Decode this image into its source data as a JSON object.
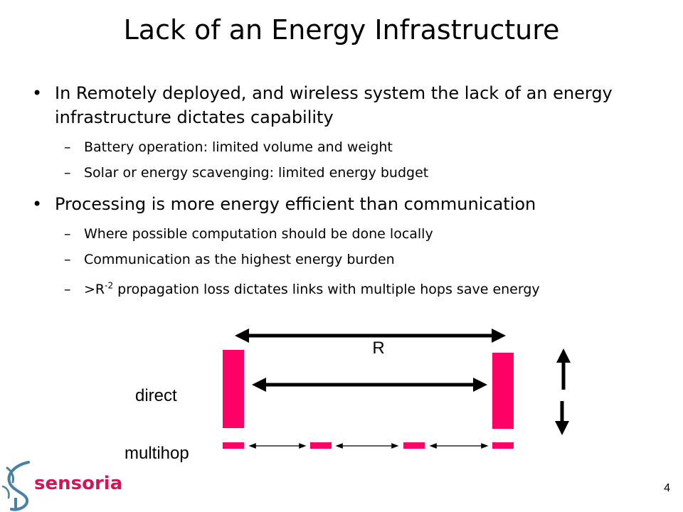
{
  "slide": {
    "title": "Lack of an Energy Infrastructure",
    "bullet_char": "•",
    "dash_char": "–",
    "bullets": [
      {
        "text": "In Remotely deployed, and wireless system the lack of an energy infrastructure dictates capability",
        "subs": [
          "Battery operation: limited volume and weight",
          "Solar or energy scavenging: limited energy budget"
        ]
      },
      {
        "text": "Processing is more energy efficient than communication",
        "subs": [
          "Where possible computation should be done locally",
          "Communication as the highest energy burden"
        ],
        "formula_sub": {
          "prefix": ">R",
          "sup": "-2",
          "suffix": " propagation loss dictates links with multiple hops save energy"
        }
      }
    ],
    "page_number": "4"
  },
  "diagram": {
    "distance_label": "R",
    "direct_label": "direct",
    "multihop_label": "multihop",
    "node_color": "#ff0066"
  },
  "logo": {
    "text": "sensoria",
    "text_color": "#d4145a",
    "mark_color": "#4a7fa8"
  }
}
